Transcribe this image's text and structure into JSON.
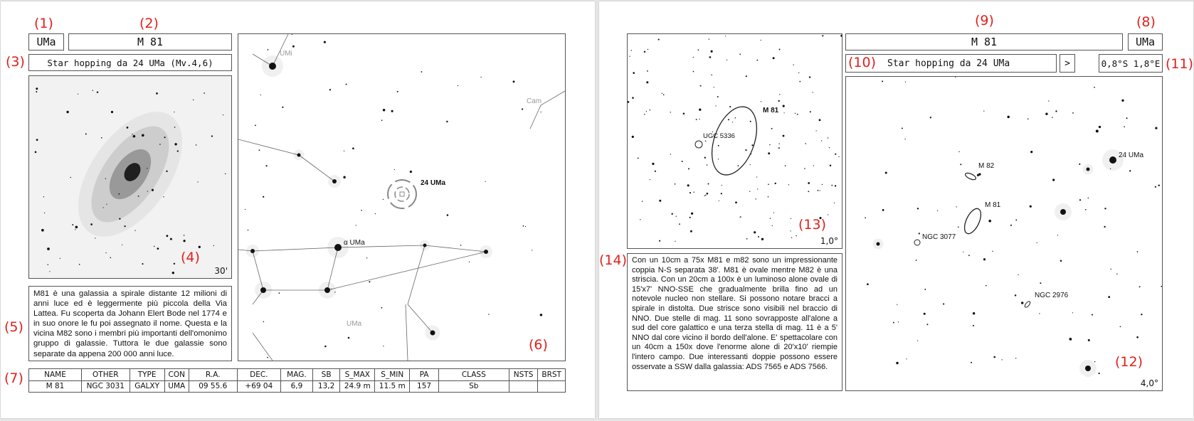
{
  "left_page": {
    "constellation": "UMa",
    "object_name": "M 81",
    "hop_title": "Star hopping da 24 UMa (Mv.4,6)",
    "photo_scale": "30'",
    "description": "M81 è una galassia a spirale distante 12 milioni di anni luce ed è leggermente più piccola della Via Lattea. Fu scoperta da Johann Elert Bode nel 1774 e in suo onore le fu poi assegnato il nome. Questa e la vicina M82 sono i membri più importanti dell'omonimo gruppo di galassie. Tuttora le due galassie sono separate da appena 200 000 anni luce.",
    "chart_labels": {
      "umi": "UMi",
      "cam": "Cam",
      "uma": "UMa",
      "star24": "24 UMa",
      "alpha": "α UMa"
    },
    "table": {
      "headers": [
        "NAME",
        "OTHER",
        "TYPE",
        "CON",
        "R.A.",
        "DEC.",
        "MAG.",
        "SB",
        "S_MAX",
        "S_MIN",
        "PA",
        "CLASS",
        "NSTS",
        "BRST"
      ],
      "row": [
        "M 81",
        "NGC 3031",
        "GALXY",
        "UMA",
        "09 55.6",
        "+69 04",
        "6,9",
        "13,2",
        "24.9 m",
        "11.5 m",
        "157",
        "Sb",
        "",
        ""
      ]
    }
  },
  "right_page": {
    "object_name": "M 81",
    "constellation": "UMa",
    "hop_title": "Star hopping da 24 UMa",
    "arrow": ">",
    "offset": "0,8°S 1,8°E",
    "eyepiece_scale": "1,0°",
    "finder_scale": "4,0°",
    "eyepiece_labels": {
      "m81": "M 81",
      "ugc": "UGC 5336"
    },
    "finder_labels": {
      "star24": "24 UMa",
      "m82": "M 82",
      "m81": "M 81",
      "ngc3077": "NGC 3077",
      "ngc2976": "NGC 2976"
    },
    "description": "Con un 10cm a 75x M81 e m82 sono un impressionante coppia N-S separata 38'. M81 è ovale mentre M82 è una striscia. Con un 20cm a 100x è un luminoso alone ovale di 15'x7' NNO-SSE che gradualmente brilla fino ad un notevole nucleo non stellare. Si possono notare bracci a spirale in distolta. Due strisce sono visibili nel braccio di NNO. Due stelle di mag. 11 sono sovrapposte all'alone a sud del core galattico e una terza stella di mag. 11 è a 5' NNO dal core vicino il bordo dell'alone. E' spettacolare con un 40cm a 150x dove l'enorme alone di 20'x10' riempie l'intero campo. Due interessanti doppie possono essere osservate a SSW dalla galassia: ADS 7565 e ADS 7566."
  },
  "markers": [
    "(1)",
    "(2)",
    "(3)",
    "(4)",
    "(5)",
    "(6)",
    "(7)",
    "(8)",
    "(9)",
    "(10)",
    "(11)",
    "(12)",
    "(13)",
    "(14)"
  ],
  "colors": {
    "marker": "#e0201c",
    "border": "#555555"
  }
}
